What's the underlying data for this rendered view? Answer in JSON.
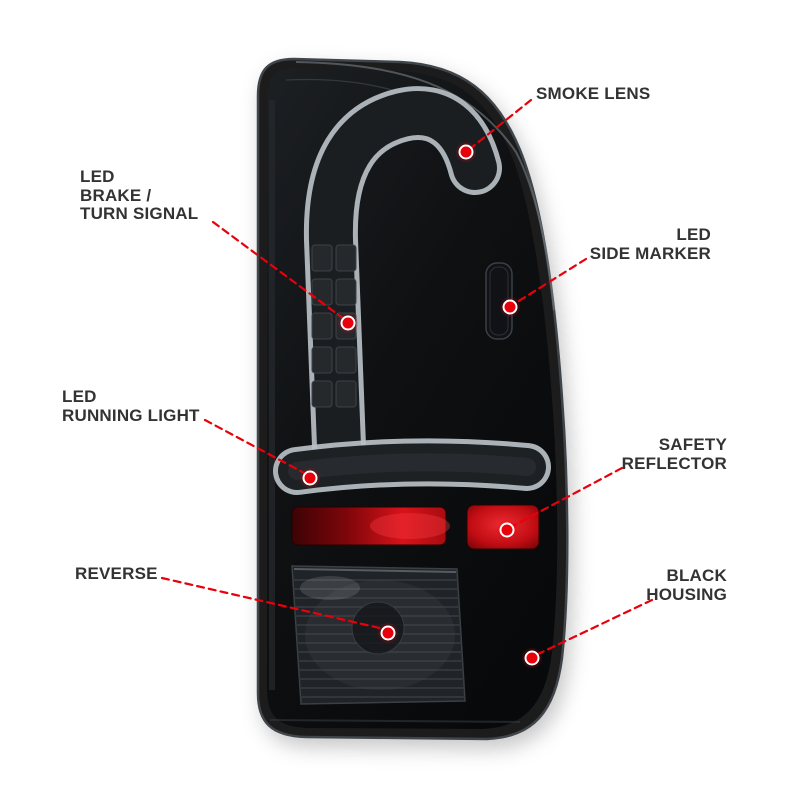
{
  "page": {
    "background": "#ffffff",
    "description": "Tail light product feature callout diagram"
  },
  "style": {
    "leader_color": "#e8000b",
    "label_color": "#333333",
    "dot_fill": "#e8000b",
    "dot_ring": "#ffffff",
    "housing_color": "#16181b",
    "tube_edge_color": "#b9c0c6",
    "reflector_red": "#d8121a"
  },
  "callouts": {
    "smoke_lens": {
      "lines": [
        "SMOKE LENS"
      ]
    },
    "led_brake_turn_signal": {
      "lines": [
        "LED",
        "BRAKE /",
        "TURN SIGNAL"
      ]
    },
    "led_side_marker": {
      "lines": [
        "LED",
        "SIDE MARKER"
      ]
    },
    "led_running_light": {
      "lines": [
        "LED",
        "RUNNING LIGHT"
      ]
    },
    "safety_reflector": {
      "lines": [
        "SAFETY",
        "REFLECTOR"
      ]
    },
    "reverse": {
      "lines": [
        "REVERSE"
      ]
    },
    "black_housing": {
      "lines": [
        "BLACK",
        "HOUSING"
      ]
    }
  }
}
